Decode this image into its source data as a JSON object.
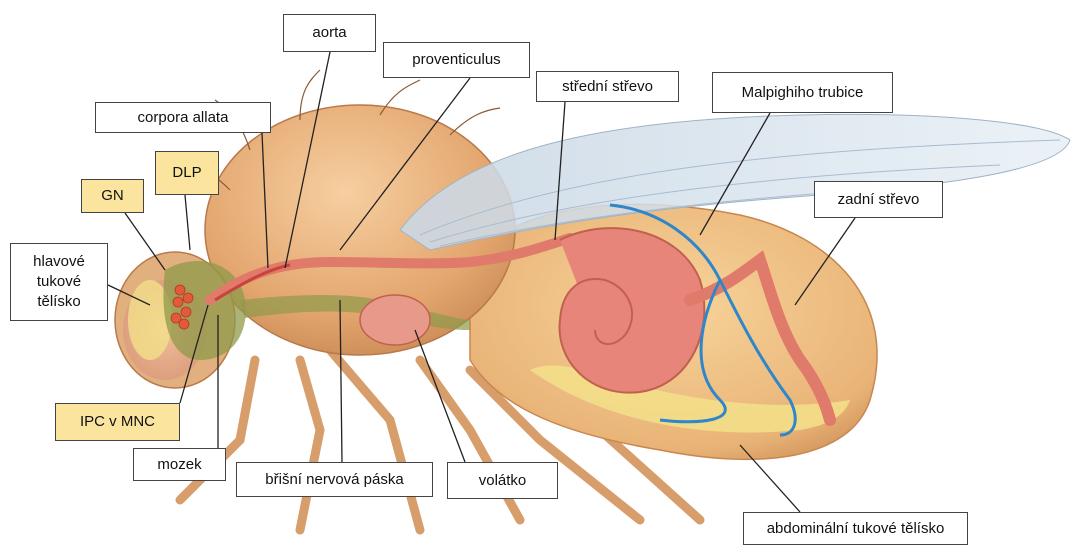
{
  "labels": {
    "aorta": "aorta",
    "proventriculus": "proventiculus",
    "stredni_strevo": "střední střevo",
    "malpighi": "Malpighiho trubice",
    "corpora_allata": "corpora allata",
    "dlp": "DLP",
    "gn": "GN",
    "zadni_strevo": "zadní střevo",
    "hlavove_line1": "hlavové",
    "hlavove_line2": "tukové",
    "hlavove_line3": "tělísko",
    "ipc": "IPC v MNC",
    "mozek": "mozek",
    "bridni": "břišní nervová páska",
    "volatko": "volátko",
    "abdominalni": "abdominální tukové tělísko"
  },
  "colors": {
    "highlight_label": "#fbe49e",
    "gut": "#e07a6a",
    "malpighian": "#2f86c9",
    "nervous": "#8a8f4a",
    "body": "#e8b27e"
  }
}
